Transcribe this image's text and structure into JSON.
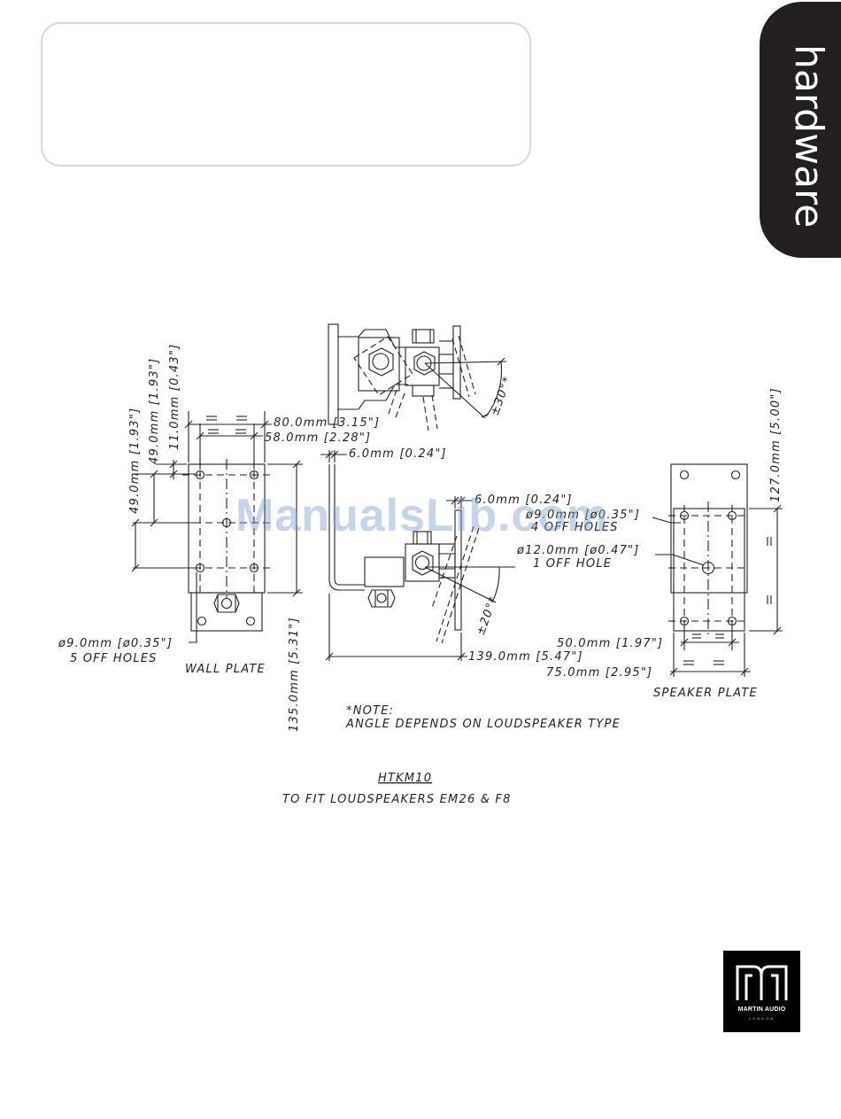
{
  "side_tab": {
    "label": "hardware"
  },
  "watermark": "ManualsLib.com",
  "logo": {
    "name": "MARTIN AUDIO",
    "sub": "LONDON"
  },
  "drawing": {
    "wall_plate": {
      "caption": "WALL PLATE",
      "holes_line1": "ø9.0mm [ø0.35\"]",
      "holes_line2": "5 OFF HOLES",
      "dim_width_outer": "80.0mm [3.15\"]",
      "dim_width_inner": "58.0mm [2.28\"]",
      "dim_v_49_a": "49.0mm [1.93\"]",
      "dim_v_49_b": "49.0mm [1.93\"]",
      "dim_v_11": "11.0mm [0.43\"]",
      "dim_height": "135.0mm [5.31\"]"
    },
    "side_view": {
      "dim_thickness_top": "6.0mm [0.24\"]",
      "dim_thickness_right": "6.0mm [0.24\"]",
      "dim_depth": "139.0mm [5.47\"]",
      "angle_side": "±20°*",
      "angle_top": "±30°*"
    },
    "speaker_plate": {
      "caption": "SPEAKER PLATE",
      "holes_line1": "ø9.0mm [ø0.35\"]",
      "holes_line2": "4 OFF HOLES",
      "center_line1": "ø12.0mm [ø0.47\"]",
      "center_line2": "1 OFF HOLE",
      "dim_inner": "50.0mm [1.97\"]",
      "dim_outer": "75.0mm [2.95\"]",
      "dim_height": "127.0mm [5.00\"]"
    },
    "note_title": "*NOTE:",
    "note_text": "ANGLE DEPENDS ON LOUDSPEAKER TYPE",
    "model": "HTKM10",
    "fit_text": "TO FIT LOUDSPEAKERS EM26 & F8"
  }
}
